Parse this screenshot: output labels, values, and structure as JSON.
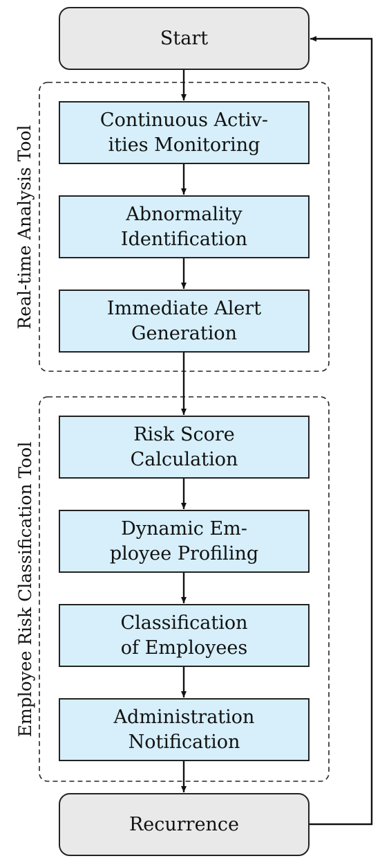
{
  "start": "Start",
  "end": "Recurrence",
  "groups": [
    {
      "label": "Real-time Analysis Tool",
      "steps": [
        "Continuous Activ-\nities Monitoring",
        "Abnormality\nIdentification",
        "Immediate Alert\nGeneration"
      ]
    },
    {
      "label": "Employee Risk Classification Tool",
      "steps": [
        "Risk Score\nCalculation",
        "Dynamic Em-\nployee Profiling",
        "Classification\nof Employees",
        "Administration\nNotification"
      ]
    }
  ],
  "colors": {
    "process_fill": "#d6effa",
    "terminal_fill": "#e9e9e9",
    "stroke": "#222222"
  }
}
